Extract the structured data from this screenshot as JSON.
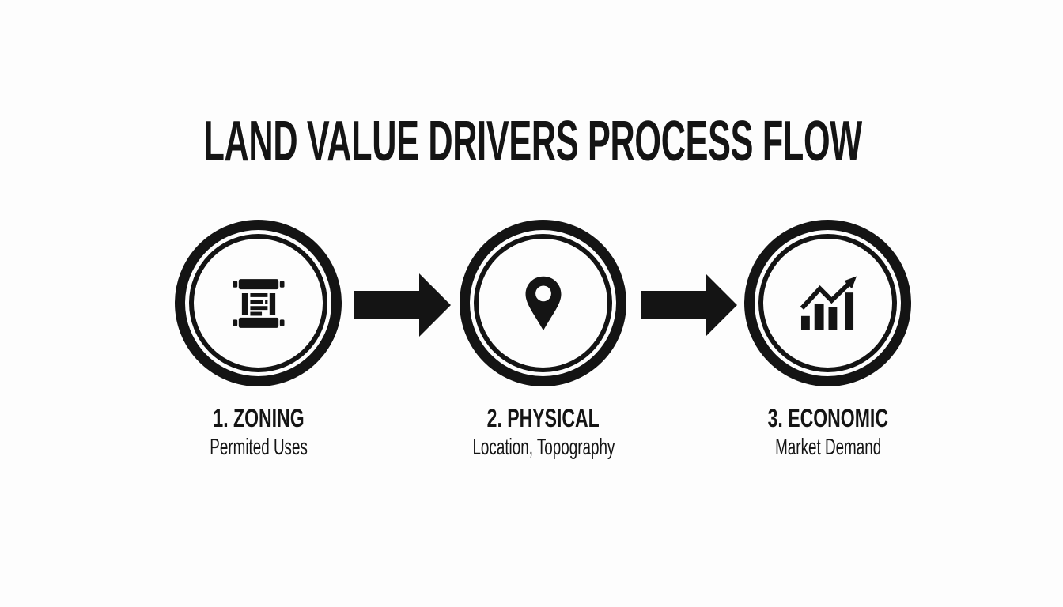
{
  "page": {
    "background_color": "#fdfdfd",
    "ink_color": "#141414"
  },
  "title": "LAND VALUE DRIVERS PROCESS FLOW",
  "diagram": {
    "type": "process-flow",
    "direction": "left-to-right",
    "connector": "solid-right-arrow",
    "steps": [
      {
        "order": "1",
        "icon": "scroll-document-icon",
        "heading": "1. ZONING",
        "subtext": "Permited Uses"
      },
      {
        "order": "2",
        "icon": "map-pin-icon",
        "heading": "2. PHYSICAL",
        "subtext": "Location, Topography"
      },
      {
        "order": "3",
        "icon": "bar-chart-trend-icon",
        "heading": "3. ECONOMIC",
        "subtext": "Market Demand"
      }
    ]
  }
}
